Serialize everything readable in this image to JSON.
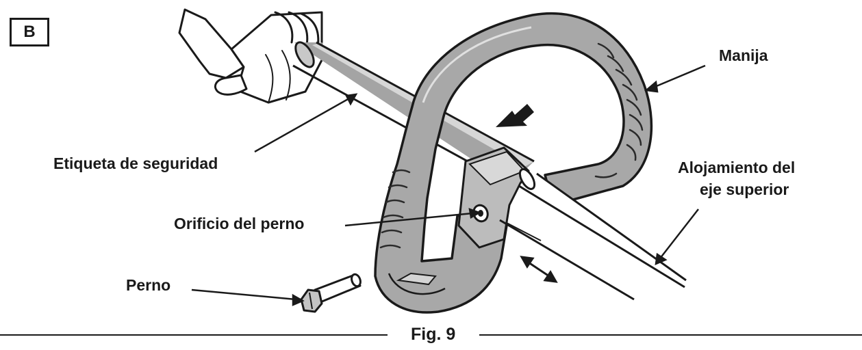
{
  "panel": {
    "label": "B"
  },
  "callouts": {
    "handle": "Manija",
    "safety_label": "Etiqueta de seguridad",
    "bolt_hole": "Orificio del perno",
    "upper_shaft_housing_line1": "Alojamiento del",
    "upper_shaft_housing_line2": "eje superior",
    "bolt": "Perno"
  },
  "caption": {
    "figure": "Fig. 9"
  },
  "colors": {
    "ink": "#1a1a1a",
    "handle_fill": "#a8a8a8",
    "shaft_fill": "#a4a4a4",
    "paper": "#ffffff"
  }
}
